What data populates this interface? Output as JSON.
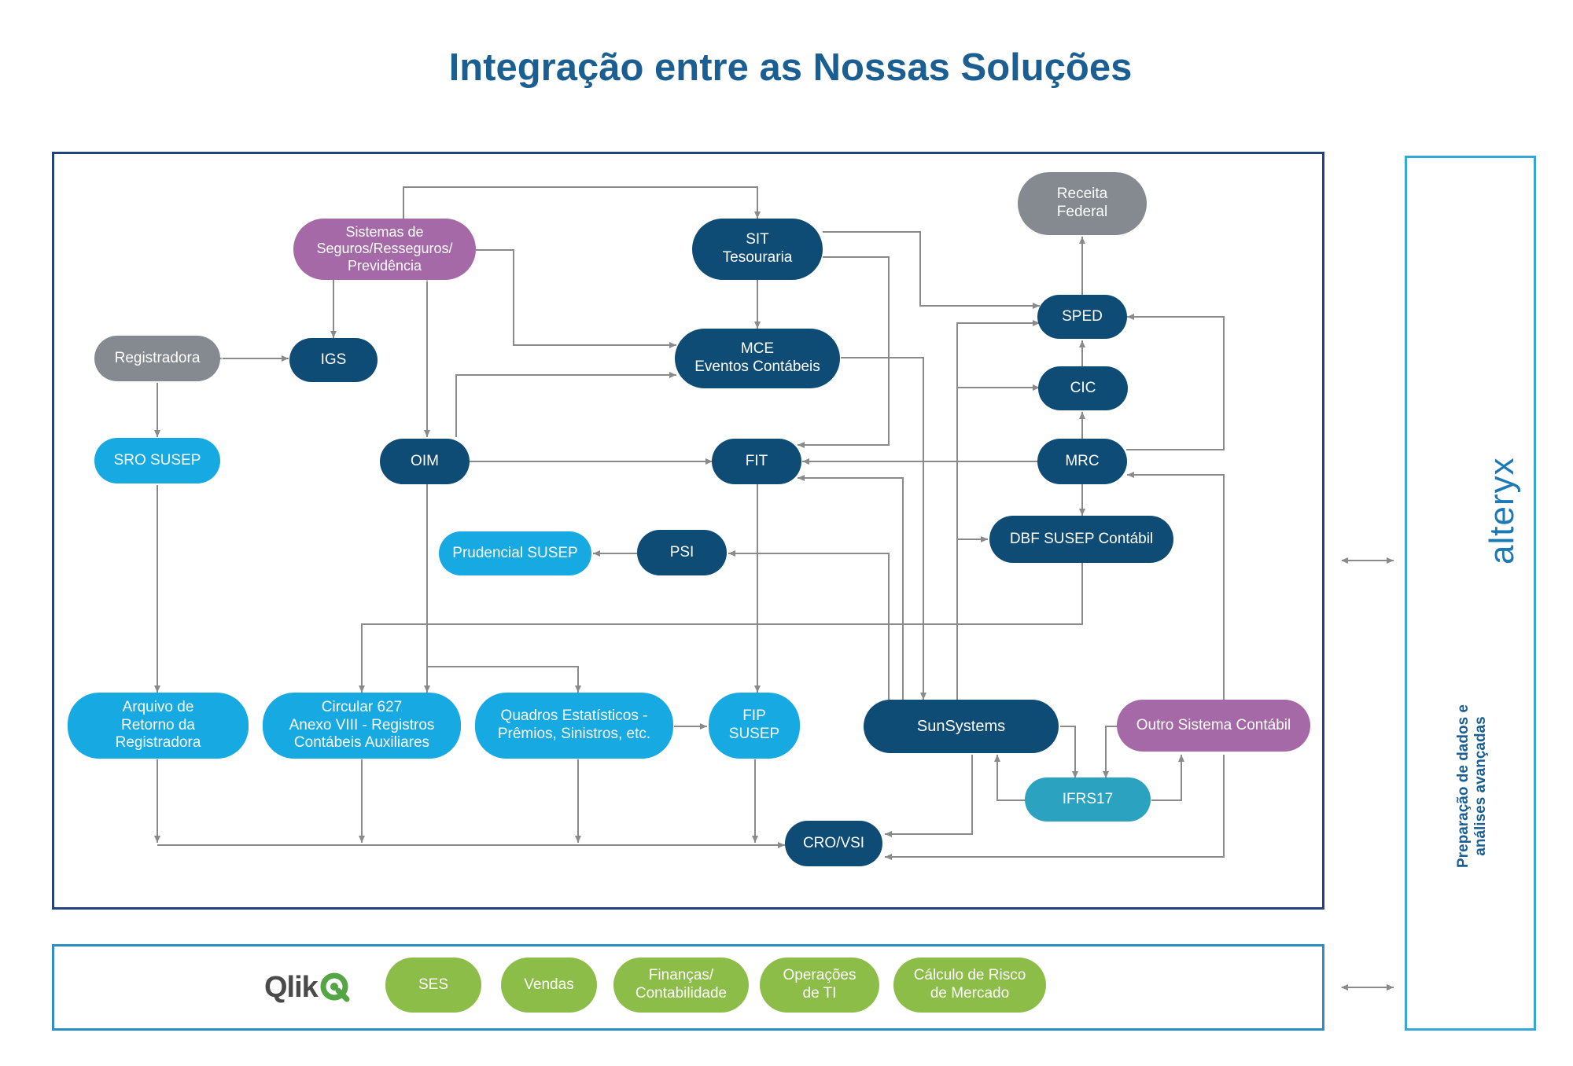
{
  "title": "Integração entre as Nossas Soluções",
  "colors": {
    "title": "#1b5e91",
    "dark_node": "#0f4c75",
    "light_node": "#17a9e1",
    "grey_node": "#858a91",
    "purple_node": "#a569a8",
    "teal_node": "#2ba3c0",
    "green_node": "#8cbd48",
    "wire": "#8a8a8a"
  },
  "nodes": {
    "sistemas_seguros": "Sistemas de\nSeguros/Resseguros/\nPrevidência",
    "sit": "SIT\nTesouraria",
    "receita_federal": "Receita\nFederal",
    "registradora": "Registradora",
    "igs": "IGS",
    "mce": "MCE\nEventos Contábeis",
    "sped": "SPED",
    "cic": "CIC",
    "sro_susep": "SRO SUSEP",
    "oim": "OIM",
    "fit": "FIT",
    "mrc": "MRC",
    "prudencial_susep": "Prudencial SUSEP",
    "psi": "PSI",
    "dbf_susep": "DBF SUSEP Contábil",
    "arquivo_retorno": "Arquivo de\nRetorno da\nRegistradora",
    "circular_627": "Circular 627\nAnexo VIII - Registros\nContábeis Auxiliares",
    "quadros_estatisticos": "Quadros Estatísticos -\nPrêmios, Sinistros, etc.",
    "fip_susep": "FIP\nSUSEP",
    "sunsystems": "SunSystems",
    "outro_sistema": "Outro Sistema Contábil",
    "ifrs17": "IFRS17",
    "cro_vsi": "CRO/VSI"
  },
  "qlik": {
    "logo": "Qlik",
    "items": [
      "SES",
      "Vendas",
      "Finanças/\nContabilidade",
      "Operações\nde TI",
      "Cálculo de Risco\nde Mercado"
    ]
  },
  "alteryx": {
    "logo": "alteryx",
    "caption": "Preparação de dados e\nanálises avançadas"
  }
}
